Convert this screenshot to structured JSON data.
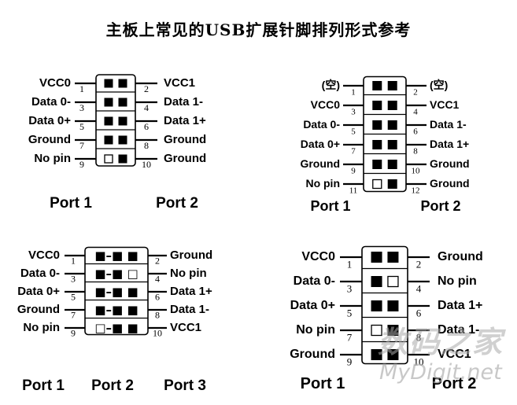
{
  "title": "主板上常见的USB扩展针脚排列形式参考",
  "watermark": {
    "cn": "数码之家",
    "en": "MyDigit.net"
  },
  "symbols": {
    "fill": "■",
    "empty": "□",
    "sep": "–"
  },
  "diagrams": [
    {
      "id": "d1",
      "left_labels": [
        "VCC0",
        "Data 0-",
        "Data 0+",
        "Ground",
        "No pin"
      ],
      "right_labels": [
        "VCC1",
        "Data 1-",
        "Data 1+",
        "Ground",
        "Ground"
      ],
      "left_nums": [
        "1",
        "3",
        "5",
        "7",
        "9"
      ],
      "right_nums": [
        "2",
        "4",
        "6",
        "8",
        "10"
      ],
      "pins_left": [
        "filled",
        "filled",
        "filled",
        "filled",
        "empty"
      ],
      "pins_right": [
        "filled",
        "filled",
        "filled",
        "filled",
        "filled"
      ],
      "ports": [
        "Port 1",
        "Port 2"
      ]
    },
    {
      "id": "d2",
      "left_labels": [
        "(空)",
        "VCC0",
        "Data 0-",
        "Data 0+",
        "Ground",
        "No pin"
      ],
      "right_labels": [
        "(空)",
        "VCC1",
        "Data 1-",
        "Data 1+",
        "Ground",
        "Ground"
      ],
      "left_nums": [
        "1",
        "3",
        "5",
        "7",
        "9",
        "11"
      ],
      "right_nums": [
        "2",
        "4",
        "6",
        "8",
        "10",
        "12"
      ],
      "pins_left": [
        "filled",
        "filled",
        "filled",
        "filled",
        "filled",
        "empty"
      ],
      "pins_right": [
        "filled",
        "filled",
        "filled",
        "filled",
        "filled",
        "filled"
      ],
      "ports": [
        "Port 1",
        "Port 2"
      ]
    },
    {
      "id": "d3",
      "left_labels": [
        "VCC0",
        "Data 0-",
        "Data 0+",
        "Ground",
        "No pin"
      ],
      "right_labels": [
        "Ground",
        "No pin",
        "Data 1+",
        "Data 1-",
        "VCC1"
      ],
      "left_nums": [
        "1",
        "3",
        "5",
        "7",
        "9"
      ],
      "right_nums": [
        "2",
        "4",
        "6",
        "8",
        "10"
      ],
      "rows_text": [
        "■–■  ■",
        "■–■  □",
        "■–■  ■",
        "■–■  ■",
        "□–■  ■"
      ],
      "ports": [
        "Port 1",
        "Port 2",
        "Port 3"
      ]
    },
    {
      "id": "d4",
      "left_labels": [
        "VCC0",
        "Data 0-",
        "Data 0+",
        "No pin",
        "Ground"
      ],
      "right_labels": [
        "Ground",
        "No pin",
        "Data 1+",
        "Data 1-",
        "VCC1"
      ],
      "left_nums": [
        "1",
        "3",
        "5",
        "7",
        "9"
      ],
      "right_nums": [
        "2",
        "4",
        "6",
        "8",
        "10"
      ],
      "pins_left": [
        "filled",
        "filled",
        "filled",
        "empty",
        "filled"
      ],
      "pins_right": [
        "filled",
        "empty",
        "filled",
        "filled",
        "filled"
      ],
      "ports": [
        "Port 1",
        "Port 2"
      ]
    }
  ]
}
